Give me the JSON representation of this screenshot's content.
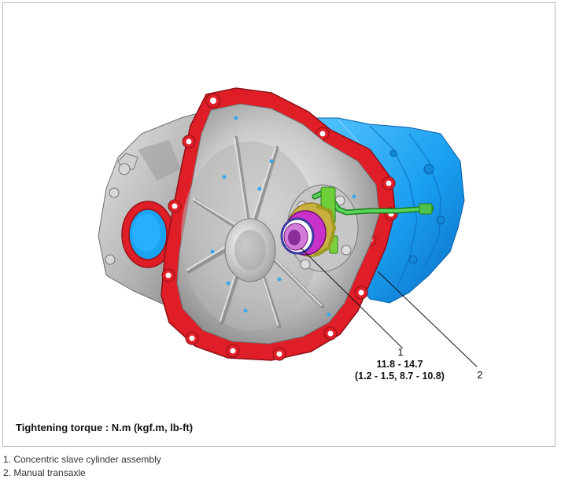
{
  "callouts": [
    {
      "number": "1",
      "torque": "11.8 - 14.7",
      "torque_alt": "(1.2 - 1.5, 8.7 - 10.8)"
    },
    {
      "number": "2"
    }
  ],
  "torque_note": "Tightening torque : N.m (kgf.m, lb-ft)",
  "legend": [
    "1. Concentric slave cylinder assembly",
    "2. Manual transaxle"
  ],
  "colors": {
    "housing_flange": "#e01e28",
    "transaxle_case": "#1aa3f0",
    "gray_casting": "#b6b6b6",
    "slave_cylinder": "#c832c8",
    "clutch_tube": "#40c040",
    "frame_border": "#b9b9b9"
  }
}
